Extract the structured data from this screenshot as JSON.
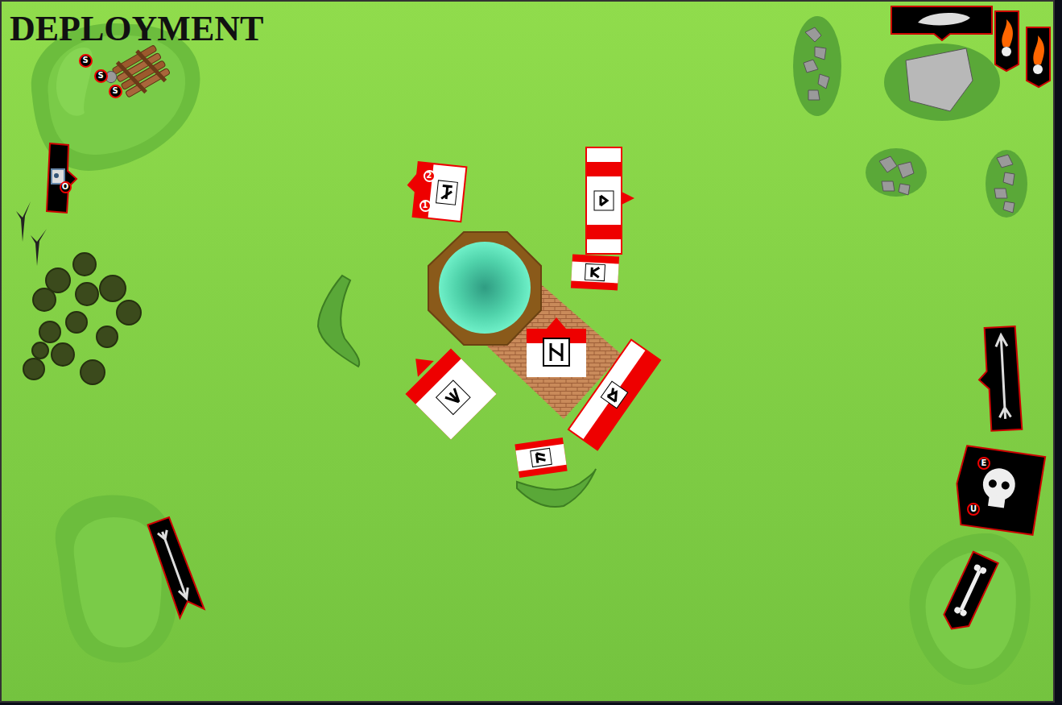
{
  "diagram": {
    "title": "DEPLOYMENT",
    "nodes": [
      {
        "text": [
          "S"
        ]
      },
      {
        "text": [
          "S"
        ]
      },
      {
        "text": [
          "S"
        ]
      },
      {
        "text": [
          "2"
        ]
      },
      {
        "text": [
          "O"
        ]
      },
      {
        "text": [
          "1"
        ]
      },
      {
        "text": [
          "E"
        ]
      },
      {
        "text": [
          "U"
        ]
      }
    ]
  }
}
